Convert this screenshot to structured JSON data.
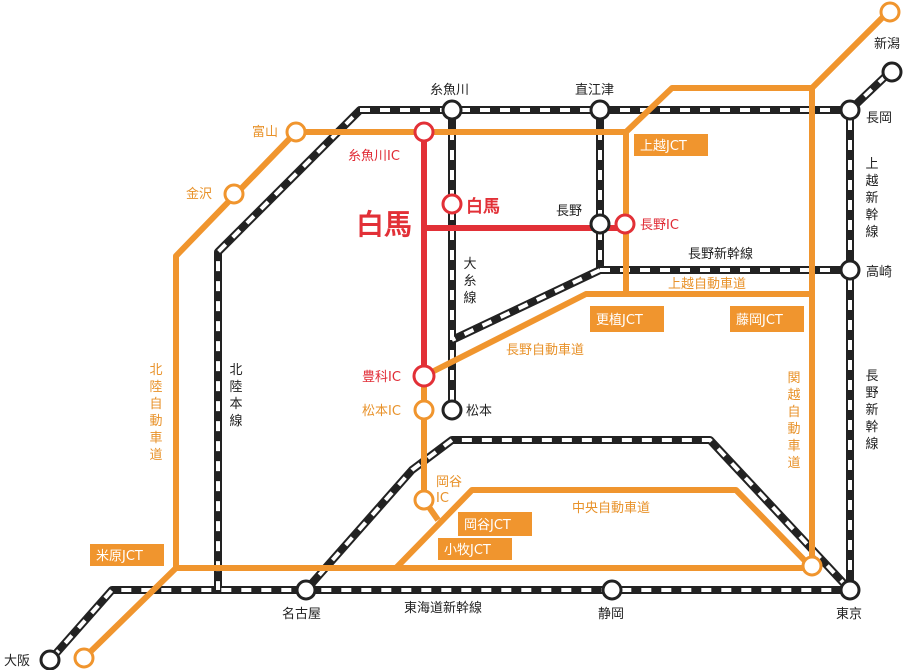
{
  "colors": {
    "expressway": "#f0952e",
    "railway_dark": "#222222",
    "highlight": "#e23037",
    "jct_box": "#f0952e",
    "background": "#ffffff"
  },
  "title_main": "白馬",
  "stations": {
    "niigata": "新潟",
    "nagaoka": "長岡",
    "itoigawa": "糸魚川",
    "naoetsu": "直江津",
    "nagano": "長野",
    "takasaki": "高崎",
    "matsumoto": "松本",
    "nagoya": "名古屋",
    "shizuoka": "静岡",
    "tokyo": "東京",
    "osaka": "大阪",
    "hakuba": "白馬"
  },
  "orange_points": {
    "toyama": "富山",
    "kanazawa": "金沢",
    "itoigawa_ic": "糸魚川IC",
    "nagano_ic": "長野IC",
    "toyoshina_ic": "豊科IC",
    "matsumoto_ic": "松本IC",
    "okaya_ic": "岡谷IC"
  },
  "junctions": {
    "joetsu": "上越JCT",
    "koshoku": "更植JCT",
    "fujioka": "藤岡JCT",
    "okaya": "岡谷JCT",
    "komaki": "小牧JCT",
    "maibara": "米原JCT"
  },
  "line_labels": {
    "joetsu_shinkansen": "上越新幹線",
    "nagano_shinkansen_h": "長野新幹線",
    "joshinetsu_expressway": "上越自動車道",
    "nagano_expressway": "長野自動車道",
    "oito_line": "大糸線",
    "hokuriku_main_line": "北陸本線",
    "hokuriku_expressway": "北陸自動車道",
    "kanetsu_expressway": "関越自動車道",
    "nagano_shinkansen_v": "長野新幹線",
    "chuo_expressway": "中央自動車道",
    "tokaido_shinkansen": "東海道新幹線"
  }
}
